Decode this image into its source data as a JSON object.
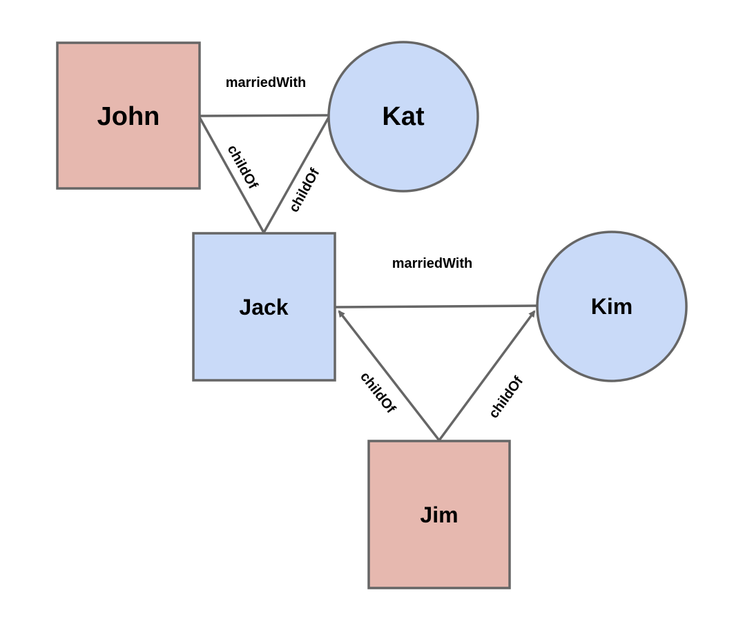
{
  "colors": {
    "male_fill": "#e6b8af",
    "female_fill": "#c9daf8",
    "stroke": "#666666"
  },
  "nodes": {
    "john": {
      "label": "John"
    },
    "kat": {
      "label": "Kat"
    },
    "jack": {
      "label": "Jack"
    },
    "kim": {
      "label": "Kim"
    },
    "jim": {
      "label": "Jim"
    }
  },
  "edges": {
    "john_kat": {
      "label": "marriedWith"
    },
    "jack_john": {
      "label": "childOf"
    },
    "jack_kat": {
      "label": "childOf"
    },
    "jack_kim": {
      "label": "marriedWith"
    },
    "jim_jack": {
      "label": "childOf"
    },
    "jim_kim": {
      "label": "childOf"
    }
  }
}
